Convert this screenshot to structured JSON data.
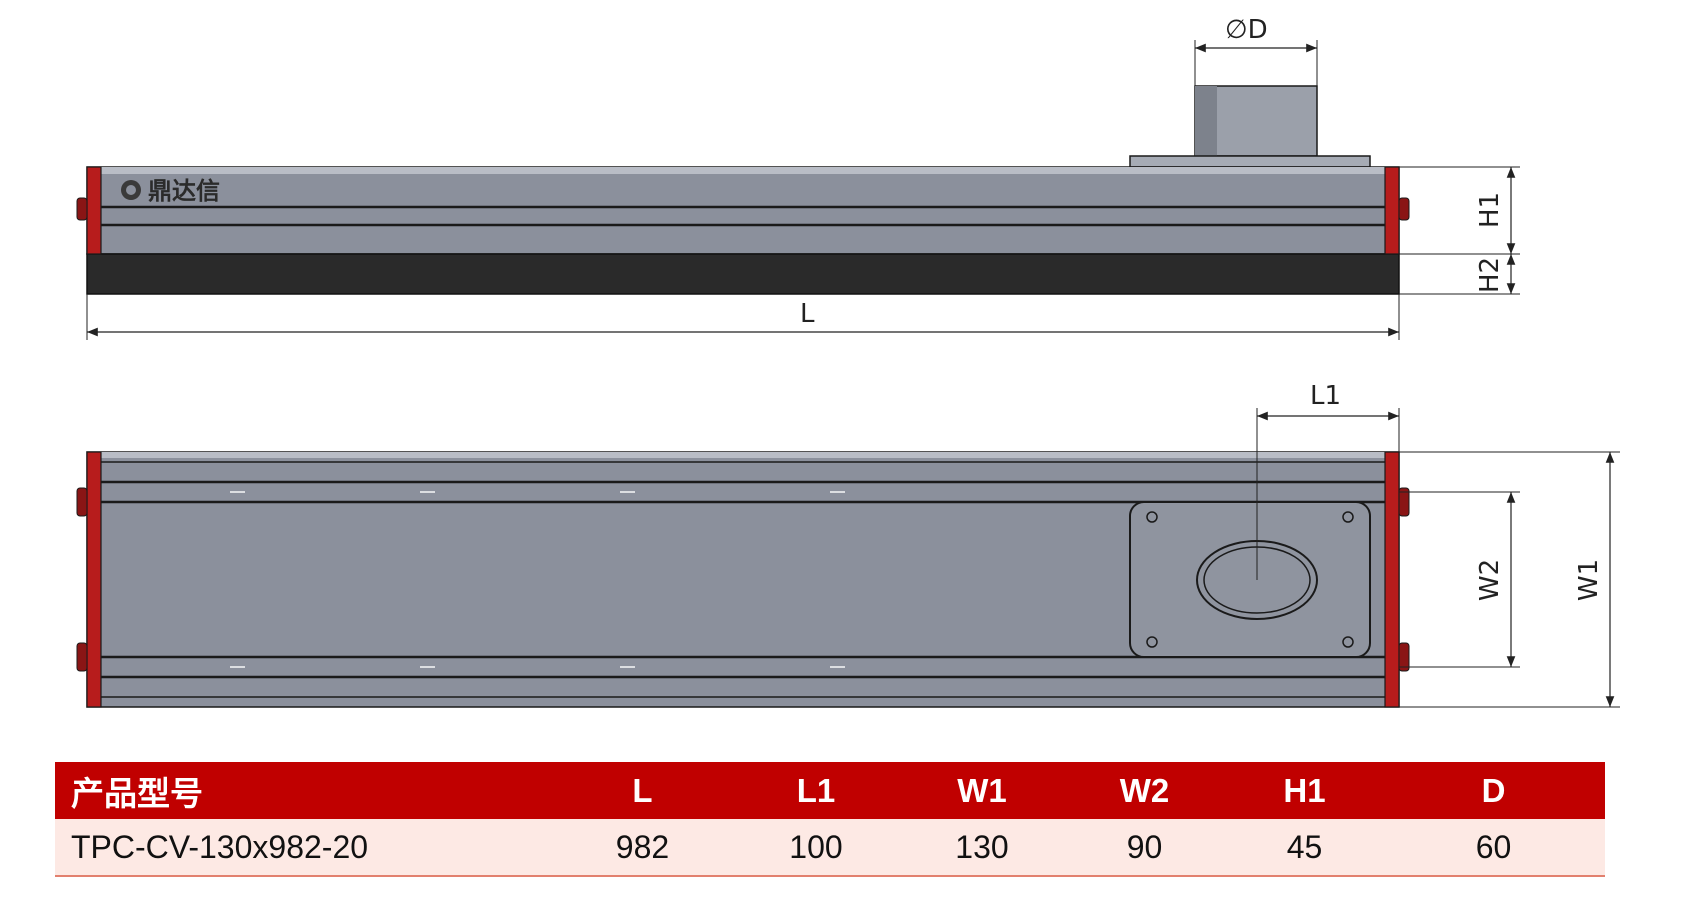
{
  "drawing": {
    "brand_text": "鼎达信",
    "dimension_labels": {
      "phi_d": "∅D",
      "h1": "H1",
      "h2": "H2",
      "l": "L",
      "l1": "L1",
      "w1": "W1",
      "w2": "W2"
    },
    "colors": {
      "body": "#8b909c",
      "end_cap": "#b71c1c",
      "pad": "#2a2a2a",
      "flange": "#a6abb5",
      "outlet": "#9ba0aa",
      "line": "#1a1a1a"
    }
  },
  "table": {
    "headers": [
      "产品型号",
      "L",
      "L1",
      "W1",
      "W2",
      "H1",
      "D"
    ],
    "rows": [
      [
        "TPC-CV-130x982-20",
        "982",
        "100",
        "130",
        "90",
        "45",
        "60"
      ]
    ],
    "colors": {
      "header_bg": "#c00000",
      "header_text": "#ffffff",
      "row_bg": "#fde9e4"
    }
  }
}
